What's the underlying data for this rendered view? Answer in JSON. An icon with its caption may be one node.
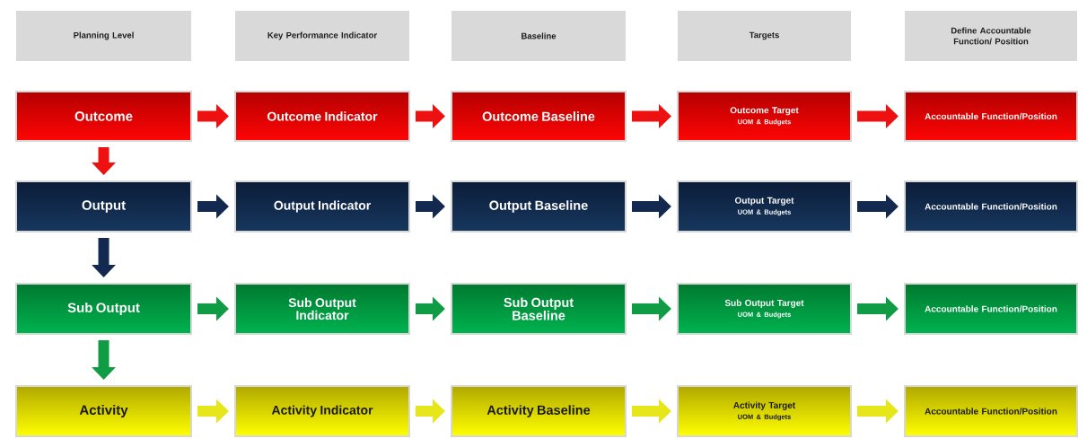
{
  "diagram": {
    "nodes": [
      {
        "text": [
          "Planning Level"
        ]
      },
      {
        "text": [
          "Key Performance Indicator"
        ]
      },
      {
        "text": [
          "Baseline"
        ]
      },
      {
        "text": [
          "Targets"
        ]
      },
      {
        "text": [
          "Define Accountable Function/ Position"
        ]
      },
      {
        "text": [
          "Outcome"
        ]
      },
      {
        "text": [
          "Outcome Indicator"
        ]
      },
      {
        "text": [
          "Outcome Baseline"
        ]
      },
      {
        "text": [
          "Outcome Target",
          "UOM & Budgets"
        ]
      },
      {
        "text": [
          "Accountable Function/Position"
        ]
      },
      {
        "text": [
          "Output"
        ]
      },
      {
        "text": [
          "Output Indicator"
        ]
      },
      {
        "text": [
          "Output Baseline"
        ]
      },
      {
        "text": [
          "Output Target",
          "UOM & Budgets"
        ]
      },
      {
        "text": [
          "Accountable Function/Position"
        ]
      },
      {
        "text": [
          "Sub Output"
        ]
      },
      {
        "text": [
          "Sub Output Indicator"
        ]
      },
      {
        "text": [
          "Sub Output Baseline"
        ]
      },
      {
        "text": [
          "Sub Output Target",
          "UOM & Budgets"
        ]
      },
      {
        "text": [
          "Accountable Function/Position"
        ]
      },
      {
        "text": [
          "Activity"
        ]
      },
      {
        "text": [
          "Activity Indicator"
        ]
      },
      {
        "text": [
          "Activity Baseline"
        ]
      },
      {
        "text": [
          "Activity Target",
          "UOM & Budgets"
        ]
      },
      {
        "text": [
          "Accountable Function/Position"
        ]
      }
    ],
    "edges": [
      {
        "from": 5,
        "to": 6,
        "arrow": "to",
        "color": "#ee1111"
      },
      {
        "from": 6,
        "to": 7,
        "arrow": "to",
        "color": "#ee1111"
      },
      {
        "from": 7,
        "to": 8,
        "arrow": "to",
        "color": "#ee1111"
      },
      {
        "from": 8,
        "to": 9,
        "arrow": "to",
        "color": "#ee1111"
      },
      {
        "from": 5,
        "to": 10,
        "arrow": "to",
        "color": "#ee1111"
      },
      {
        "from": 10,
        "to": 11,
        "arrow": "to",
        "color": "#13294f"
      },
      {
        "from": 11,
        "to": 12,
        "arrow": "to",
        "color": "#13294f"
      },
      {
        "from": 12,
        "to": 13,
        "arrow": "to",
        "color": "#13294f"
      },
      {
        "from": 13,
        "to": 14,
        "arrow": "to",
        "color": "#13294f"
      },
      {
        "from": 10,
        "to": 15,
        "arrow": "to",
        "color": "#13294f"
      },
      {
        "from": 15,
        "to": 16,
        "arrow": "to",
        "color": "#109c44"
      },
      {
        "from": 16,
        "to": 17,
        "arrow": "to",
        "color": "#109c44"
      },
      {
        "from": 17,
        "to": 18,
        "arrow": "to",
        "color": "#109c44"
      },
      {
        "from": 18,
        "to": 19,
        "arrow": "to",
        "color": "#109c44"
      },
      {
        "from": 15,
        "to": 20,
        "arrow": "to",
        "color": "#109c44"
      },
      {
        "from": 20,
        "to": 21,
        "arrow": "to",
        "color": "#e6e61a"
      },
      {
        "from": 21,
        "to": 22,
        "arrow": "to",
        "color": "#e6e61a"
      },
      {
        "from": 22,
        "to": 23,
        "arrow": "to",
        "color": "#e6e61a"
      },
      {
        "from": 23,
        "to": 24,
        "arrow": "to",
        "color": "#e6e61a"
      }
    ]
  }
}
